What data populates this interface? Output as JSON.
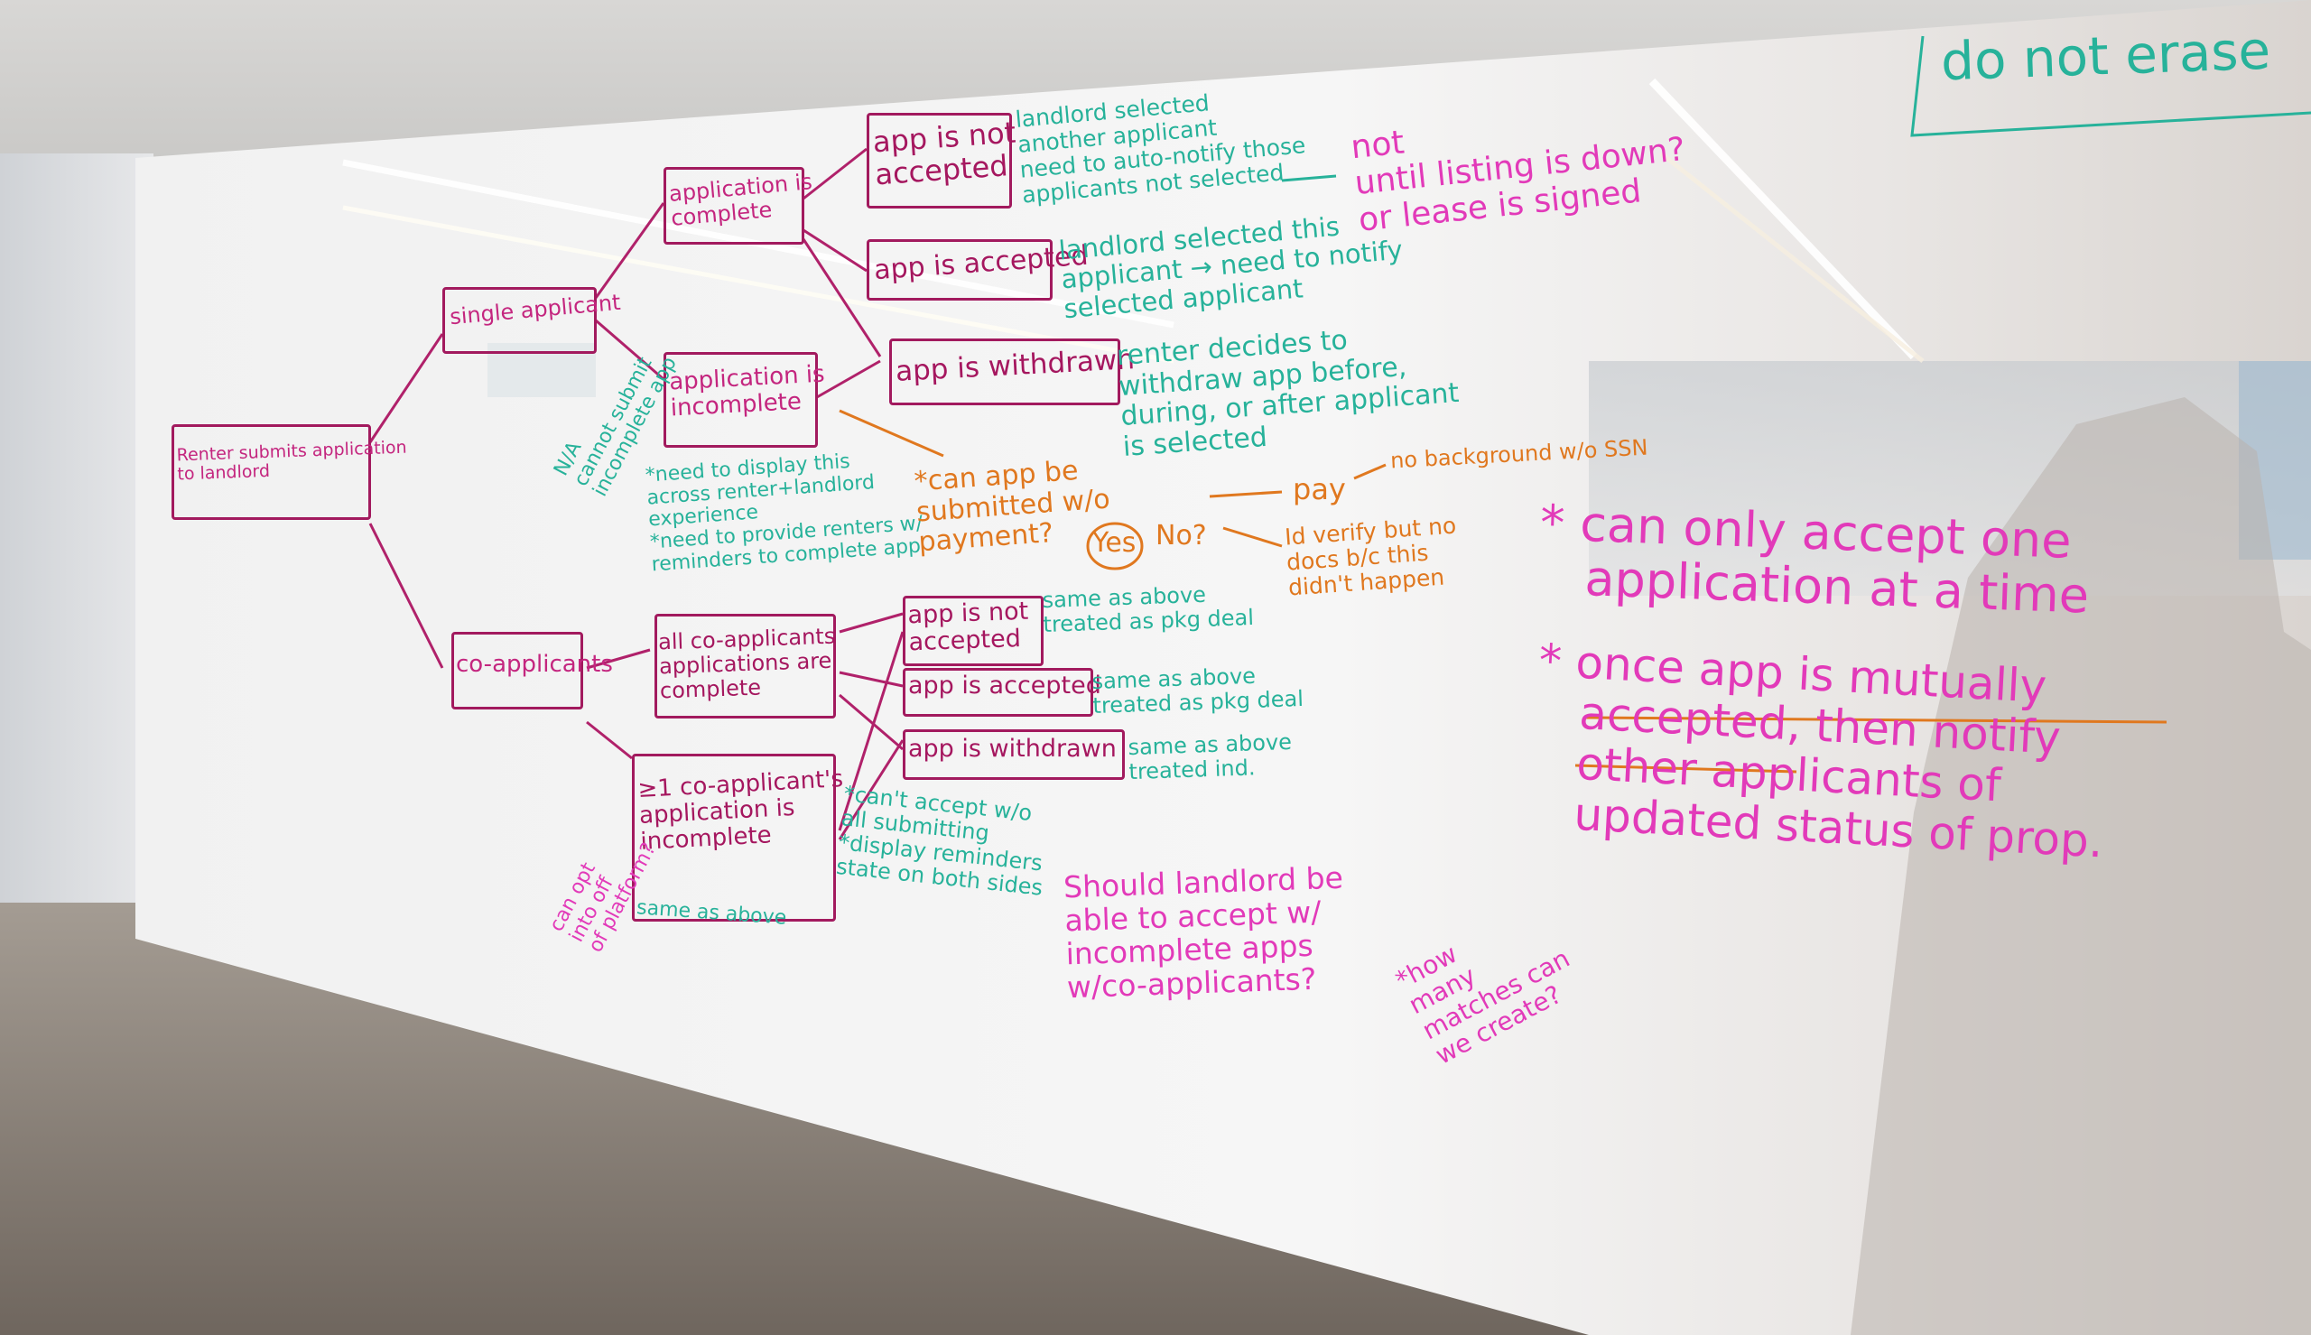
{
  "whiteboard": {
    "corner_note": "do not erase",
    "root": "Renter submits application\nto landlord",
    "branches": {
      "single": {
        "label": "single applicant",
        "complete": "application is\ncomplete",
        "incomplete": "application is\nincomplete",
        "not_accepted": "app is not\naccepted",
        "accepted": "app is accepted",
        "withdrawn": "app is withdrawn",
        "note_not_accepted": "landlord selected\nanother applicant\nneed to auto-notify those\napplicants not selected",
        "note_not_until": "not\nuntil listing is down?\nor lease is signed",
        "note_accepted": "landlord selected this\napplicant → need to notify\nselected applicant",
        "note_withdrawn": "renter decides to\nwithdraw app before,\nduring, or after applicant\nis selected",
        "note_na": "N/A\ncannot submit\nincomplete app",
        "note_incomplete": "*need to display this\nacross renter+landlord\nexperience\n*need to provide renters w/\nreminders to complete app"
      },
      "co": {
        "label": "co-applicants",
        "complete": "all co-applicants\napplications are\ncomplete",
        "incomplete": "≥1 co-applicant's\napplication is\nincomplete",
        "not_accepted": "app is not\naccepted",
        "accepted": "app is accepted",
        "withdrawn": "app is withdrawn",
        "note_not_accepted": "same as above\ntreated as pkg deal",
        "note_accepted": "same as above\ntreated as pkg deal",
        "note_withdrawn": "same as above\ntreated ind.",
        "note_cant_opt": "can opt\ninto off\nof platform?",
        "note_same": "same as above",
        "note_cant_accept": "*can't accept w/o\nall submitting\n*display reminders\nstate on both sides"
      }
    },
    "payment": {
      "question": "*can app be\nsubmitted w/o\npayment?",
      "yes": "Yes",
      "no": "No?",
      "pay": "pay",
      "no_bg": "no background w/o SSN",
      "verify": "Id verify but no\ndocs b/c this\ndidn't happen"
    },
    "questions": {
      "landlord": "Should landlord be\nable to accept w/\nincomplete apps\nw/co-applicants?",
      "matches": "*how\nmany\nmatches can\nwe create?"
    },
    "notes_right": {
      "one_time": "* can only accept one\n   application at a time",
      "mutual": "* once app is mutually\n   accepted, then notify\n   other applicants of\n   updated status of prop."
    }
  }
}
